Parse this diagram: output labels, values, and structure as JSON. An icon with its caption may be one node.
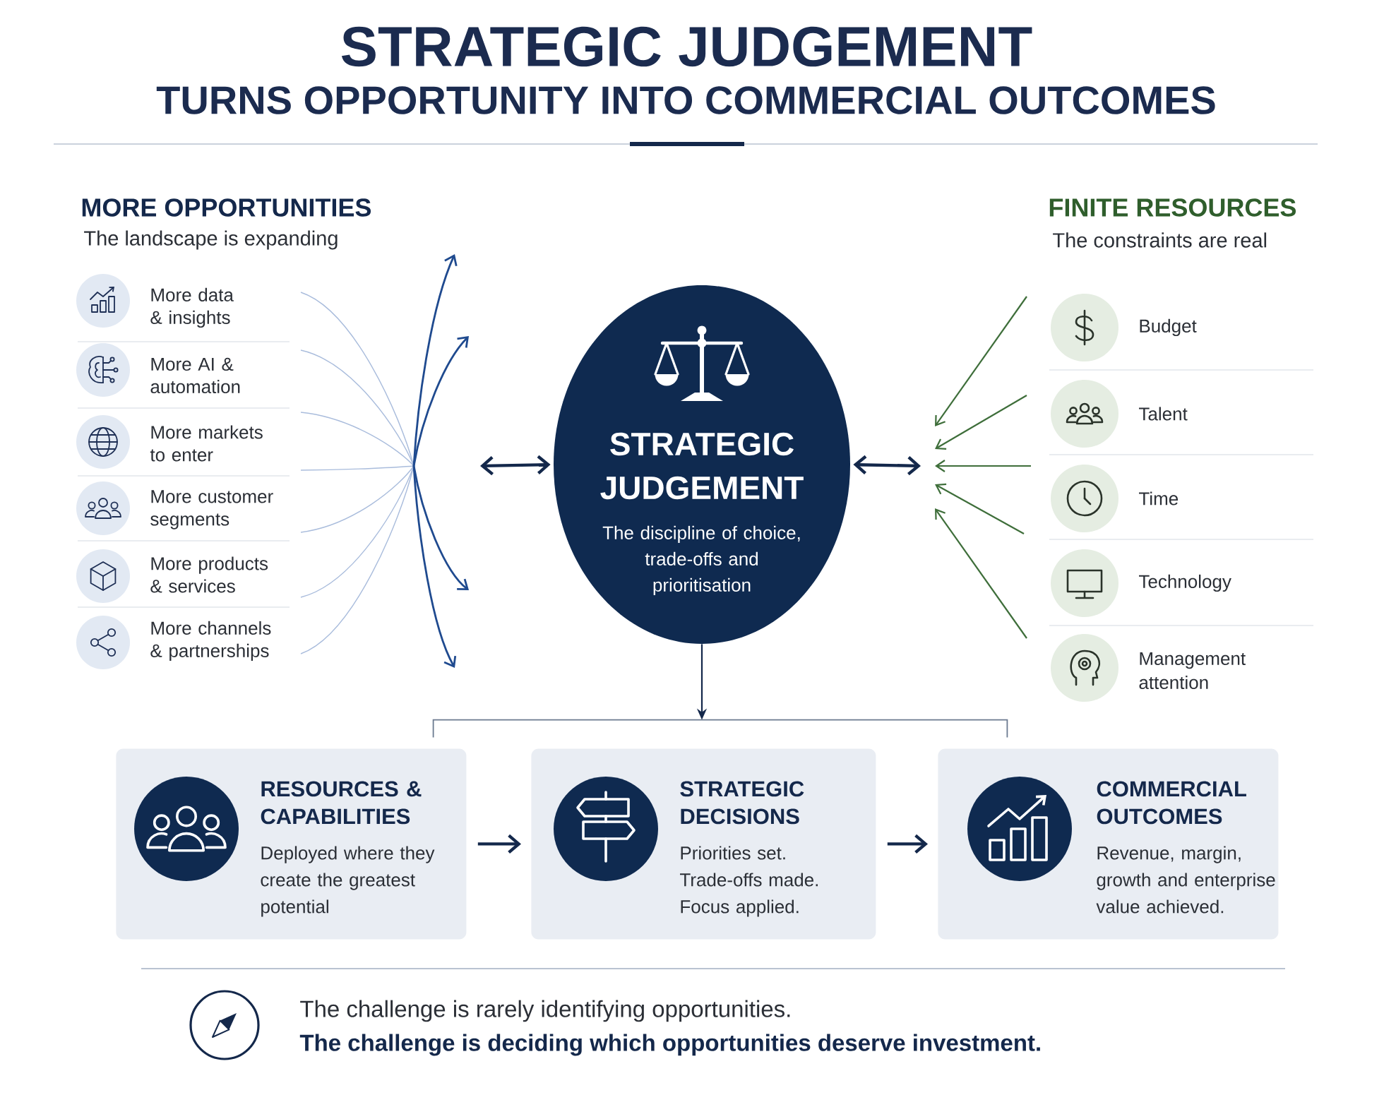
{
  "diagram": {
    "title": "STRATEGIC JUDGEMENT",
    "nodes": [
      {
        "text": [
          "STRATEGIC JUDGEMENT",
          "The discipline of choice, trade-offs and prioritisation"
        ]
      },
      {
        "text": [],
        "shape": "bracket"
      },
      {
        "text": [
          "RESOURCES & CAPABILITIES",
          "Deployed where they create the greatest potential"
        ]
      },
      {
        "text": [
          "STRATEGIC DECISIONS",
          "Priorities set. Trade-offs made. Focus applied."
        ]
      },
      {
        "text": [
          "COMMERCIAL OUTCOMES",
          "Revenue, margin, growth and enterprise value achieved."
        ]
      }
    ],
    "edges": [
      {
        "from": null,
        "to": 0,
        "arrow": "both"
      },
      {
        "from": 0,
        "to": null,
        "arrow": "both"
      },
      {
        "from": 0,
        "to": 1,
        "arrow": "to"
      },
      {
        "from": 2,
        "to": 3,
        "arrow": "to"
      },
      {
        "from": 3,
        "to": 4,
        "arrow": "to"
      }
    ],
    "labels": [
      "TURNS OPPORTUNITY INTO COMMERCIAL OUTCOMES",
      "MORE OPPORTUNITIES",
      "The landscape is expanding",
      "More data & insights",
      "More AI & automation",
      "More markets to enter",
      "More customer segments",
      "More products & services",
      "More channels & partnerships",
      "FINITE RESOURCES",
      "The constraints are real",
      "Budget",
      "Talent",
      "Time",
      "Technology",
      "Management attention",
      "The challenge is rarely identifying opportunities.",
      "The challenge is deciding which opportunities deserve investment."
    ]
  }
}
